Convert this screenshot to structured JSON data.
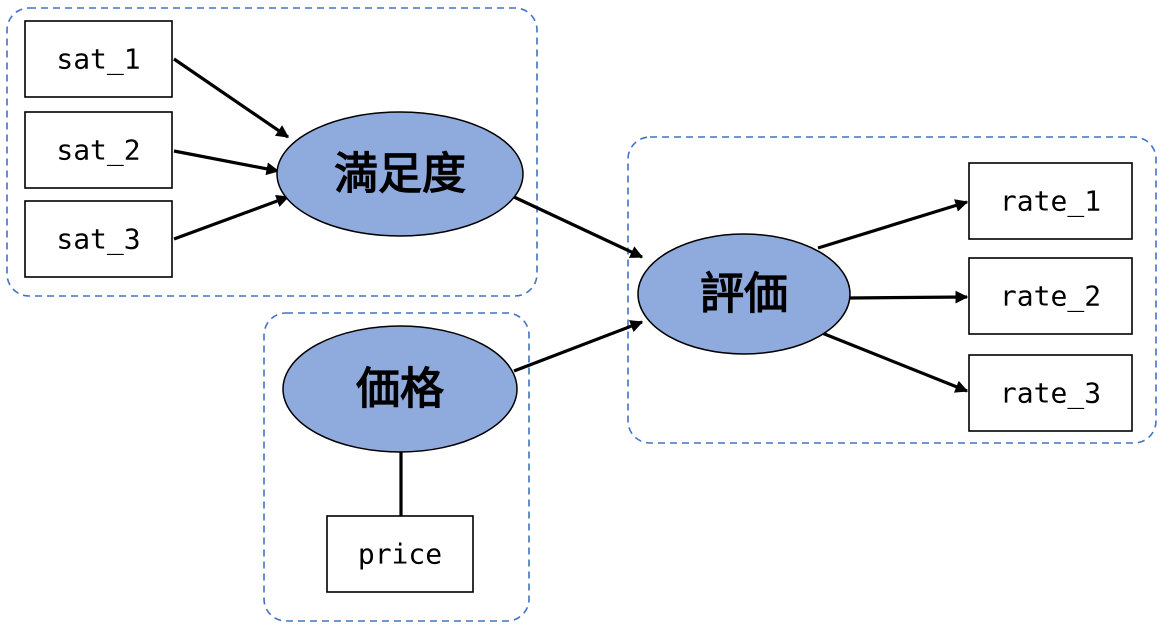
{
  "diagram": {
    "colors": {
      "latent_fill": "#8FAADC",
      "group_border": "#4472C4",
      "edge": "#000000"
    },
    "latent_variables": [
      {
        "id": "satisfaction",
        "label": "満足度"
      },
      {
        "id": "evaluation",
        "label": "評価"
      },
      {
        "id": "price_latent",
        "label": "価格"
      }
    ],
    "observed_variables": [
      {
        "id": "sat_1",
        "label": "sat_1"
      },
      {
        "id": "sat_2",
        "label": "sat_2"
      },
      {
        "id": "sat_3",
        "label": "sat_3"
      },
      {
        "id": "rate_1",
        "label": "rate_1"
      },
      {
        "id": "rate_2",
        "label": "rate_2"
      },
      {
        "id": "rate_3",
        "label": "rate_3"
      },
      {
        "id": "price",
        "label": "price"
      }
    ],
    "edges": [
      {
        "from": "sat_1",
        "to": "satisfaction",
        "arrow": true
      },
      {
        "from": "sat_2",
        "to": "satisfaction",
        "arrow": true
      },
      {
        "from": "sat_3",
        "to": "satisfaction",
        "arrow": true
      },
      {
        "from": "satisfaction",
        "to": "evaluation",
        "arrow": true
      },
      {
        "from": "price_latent",
        "to": "evaluation",
        "arrow": true
      },
      {
        "from": "evaluation",
        "to": "rate_1",
        "arrow": true
      },
      {
        "from": "evaluation",
        "to": "rate_2",
        "arrow": true
      },
      {
        "from": "evaluation",
        "to": "rate_3",
        "arrow": true
      },
      {
        "from": "price_latent",
        "to": "price",
        "arrow": false
      }
    ]
  }
}
